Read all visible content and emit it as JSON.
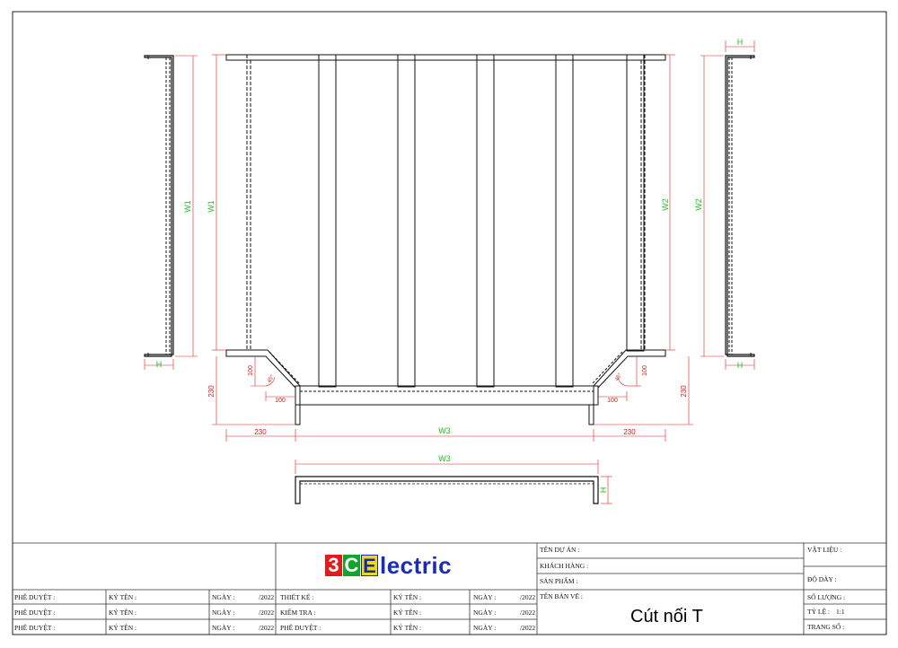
{
  "drawing": {
    "dimensions": {
      "w1": "W1",
      "w2": "W2",
      "w3": "W3",
      "h": "H",
      "d230": "230",
      "d100": "100",
      "angle": "45°"
    },
    "colors": {
      "outline": "#111111",
      "dimension_line": "#e02020",
      "variable_label": "#19c219",
      "fixed_label": "#d01818"
    }
  },
  "title_block": {
    "logo": {
      "c1": "3",
      "c2": "C",
      "c3": "E",
      "rest": "lectric"
    },
    "project_label": "TÊN DỰ ÁN :",
    "customer_label": "KHÁCH HÀNG :",
    "product_label": "SẢN PHẨM :",
    "drawing_name_label": "TÊN BẢN VẼ :",
    "drawing_name": "Cút nối T",
    "material_label": "VẬT LIỆU :",
    "thickness_label": "ĐỘ DÀY :",
    "quantity_label": "SỐ LƯỢNG :",
    "scale_label": "TỶ LỆ :",
    "scale_value": "1:1",
    "page_label": "TRANG SỐ :",
    "rows": [
      {
        "role": "PHÊ DUYỆT :",
        "sign": "KÝ TÊN :",
        "date": "NGÀY :",
        "year": "/2022",
        "role2": "THIẾT KẾ :",
        "sign2": "KÝ TÊN :",
        "date2": "NGÀY :",
        "year2": "/2022"
      },
      {
        "role": "PHÊ DUYỆT :",
        "sign": "KÝ TÊN :",
        "date": "NGÀY :",
        "year": "/2022",
        "role2": "KIỂM TRA :",
        "sign2": "KÝ TÊN :",
        "date2": "NGÀY :",
        "year2": "/2022"
      },
      {
        "role": "PHÊ DUYỆT :",
        "sign": "KÝ TÊN :",
        "date": "NGÀY :",
        "year": "/2022",
        "role2": "PHÊ DUYỆT :",
        "sign2": "KÝ TÊN :",
        "date2": "NGÀY :",
        "year2": "/2022"
      }
    ]
  }
}
